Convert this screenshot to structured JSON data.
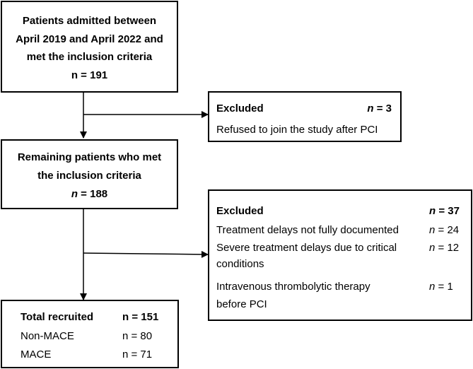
{
  "box1": {
    "lines": [
      "Patients admitted between",
      "April 2019 and April 2022 and",
      "met the inclusion criteria"
    ],
    "count": "n = 191"
  },
  "excluded1": {
    "title": "Excluded",
    "count_n": "n",
    "count_value": " = 3",
    "reason": "Refused to join the study after PCI"
  },
  "box2": {
    "lines": [
      "Remaining patients who met",
      "the inclusion criteria"
    ],
    "count_n": "n",
    "count_value": " = 188"
  },
  "excluded2": {
    "title": "Excluded",
    "count_n": "n",
    "count_value": " = 37",
    "reasons": [
      {
        "line1": "Treatment delays not fully documented",
        "line2": "",
        "n": "n",
        "value": " = 24"
      },
      {
        "line1": "Severe treatment delays due to critical",
        "line2": "conditions",
        "n": "n",
        "value": " = 12"
      },
      {
        "line1": "Intravenous thrombolytic therapy",
        "line2": "before PCI",
        "n": "n",
        "value": " = 1"
      }
    ]
  },
  "recruited": {
    "title": "Total recruited",
    "total": "n = 151",
    "groups": [
      {
        "label": "Non-MACE",
        "count": "n = 80"
      },
      {
        "label": "MACE",
        "count": "n = 71"
      }
    ]
  }
}
